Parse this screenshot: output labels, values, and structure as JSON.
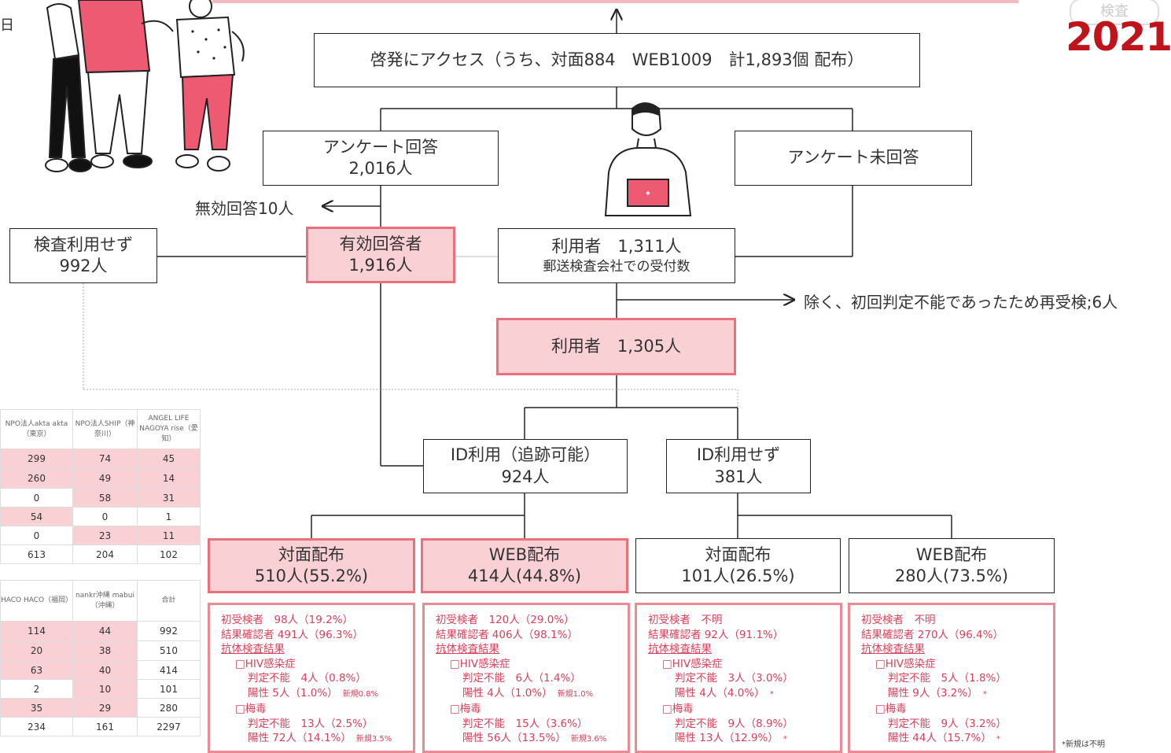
{
  "year_badge": "2021",
  "stamp_text": "検査",
  "left_edge_char": "日",
  "flow": {
    "distributed": "啓発にアクセス（うち、対面884　WEB1009　計1,893個 配布）",
    "survey_answered": {
      "label": "アンケート回答",
      "count": "2,016人"
    },
    "survey_unanswered": {
      "label": "アンケート未回答"
    },
    "invalid": "無効回答10人",
    "no_test": {
      "label": "検査利用せず",
      "count": "992人"
    },
    "valid": {
      "label": "有効回答者",
      "count": "1,916人"
    },
    "users_received": {
      "label": "利用者　1,311人",
      "sub": "郵送検査会社での受付数"
    },
    "retest_note": "除く、初回判定不能であったため再受検;6人",
    "users": {
      "label": "利用者　1,305人"
    },
    "id_used": {
      "label": "ID利用（追跡可能）",
      "count": "924人"
    },
    "id_unused": {
      "label": "ID利用せず",
      "count": "381人"
    },
    "leaves": [
      {
        "label": "対面配布",
        "count": "510人(55.2%)"
      },
      {
        "label": "WEB配布",
        "count": "414人(44.8%)"
      },
      {
        "label": "対面配布",
        "count": "101人(26.5%)"
      },
      {
        "label": "WEB配布",
        "count": "280人(73.5%)"
      }
    ]
  },
  "details": [
    {
      "first": "初受検者　98人（19.2%）",
      "confirmed": "結果確認者 491人（96.3%）",
      "antibody": "抗体検査結果",
      "hiv": "□HIV感染症",
      "hiv_undet": "判定不能　4人（0.8%）",
      "hiv_pos": "陽性 5人（1.0%）",
      "hiv_tag": "新規0.8%",
      "syph": "□梅毒",
      "syph_undet": "判定不能　13人（2.5%）",
      "syph_pos": "陽性 72人（14.1%）",
      "syph_tag": "新規3.5%"
    },
    {
      "first": "初受検者　120人（29.0%）",
      "confirmed": "結果確認者 406人（98.1%）",
      "antibody": "抗体検査結果",
      "hiv": "□HIV感染症",
      "hiv_undet": "判定不能　6人（1.4%）",
      "hiv_pos": "陽性 4人（1.0%）",
      "hiv_tag": "新規1.0%",
      "syph": "□梅毒",
      "syph_undet": "判定不能　15人（3.6%）",
      "syph_pos": "陽性 56人（13.5%）",
      "syph_tag": "新規3.6%"
    },
    {
      "first": "初受検者　不明",
      "confirmed": "結果確認者 92人（91.1%）",
      "antibody": "抗体検査結果",
      "hiv": "□HIV感染症",
      "hiv_undet": "判定不能　3人（3.0%）",
      "hiv_pos": "陽性 4人（4.0%）",
      "hiv_tag": "*",
      "syph": "□梅毒",
      "syph_undet": "判定不能　9人（8.9%）",
      "syph_pos": "陽性 13人（12.9%）",
      "syph_tag": "*"
    },
    {
      "first": "初受検者　不明",
      "confirmed": "結果確認者 270人（96.4%）",
      "antibody": "抗体検査結果",
      "hiv": "□HIV感染症",
      "hiv_undet": "判定不能　5人（1.8%）",
      "hiv_pos": "陽性 9人（3.2%）",
      "hiv_tag": "*",
      "syph": "□梅毒",
      "syph_undet": "判定不能　9人（3.2%）",
      "syph_pos": "陽性 44人（15.7%）",
      "syph_tag": "*"
    }
  ],
  "table_top": {
    "headers": [
      "NPO法人akta akta（東京）",
      "NPO法人SHIP（神奈川）",
      "ANGEL LIFE NAGOYA rise（愛知）"
    ],
    "rows": [
      [
        "299",
        "74",
        "45"
      ],
      [
        "260",
        "49",
        "14"
      ],
      [
        "0",
        "58",
        "31"
      ],
      [
        "54",
        "0",
        "1"
      ],
      [
        "0",
        "23",
        "11"
      ],
      [
        "613",
        "204",
        "102"
      ]
    ]
  },
  "table_bottom": {
    "headers": [
      "HACO HACO（福岡）",
      "nankr沖縄 mabui（沖縄）",
      "合計"
    ],
    "rows": [
      [
        "114",
        "44",
        "992"
      ],
      [
        "20",
        "38",
        "510"
      ],
      [
        "63",
        "40",
        "414"
      ],
      [
        "2",
        "10",
        "101"
      ],
      [
        "35",
        "29",
        "280"
      ],
      [
        "234",
        "161",
        "2297"
      ]
    ]
  },
  "footnote": "*新規は不明",
  "colors": {
    "accent_pink": "#ec6f7c",
    "fill_pink": "#f9d0d4",
    "detail_text": "#d9405a",
    "year_red": "#c0141c"
  }
}
